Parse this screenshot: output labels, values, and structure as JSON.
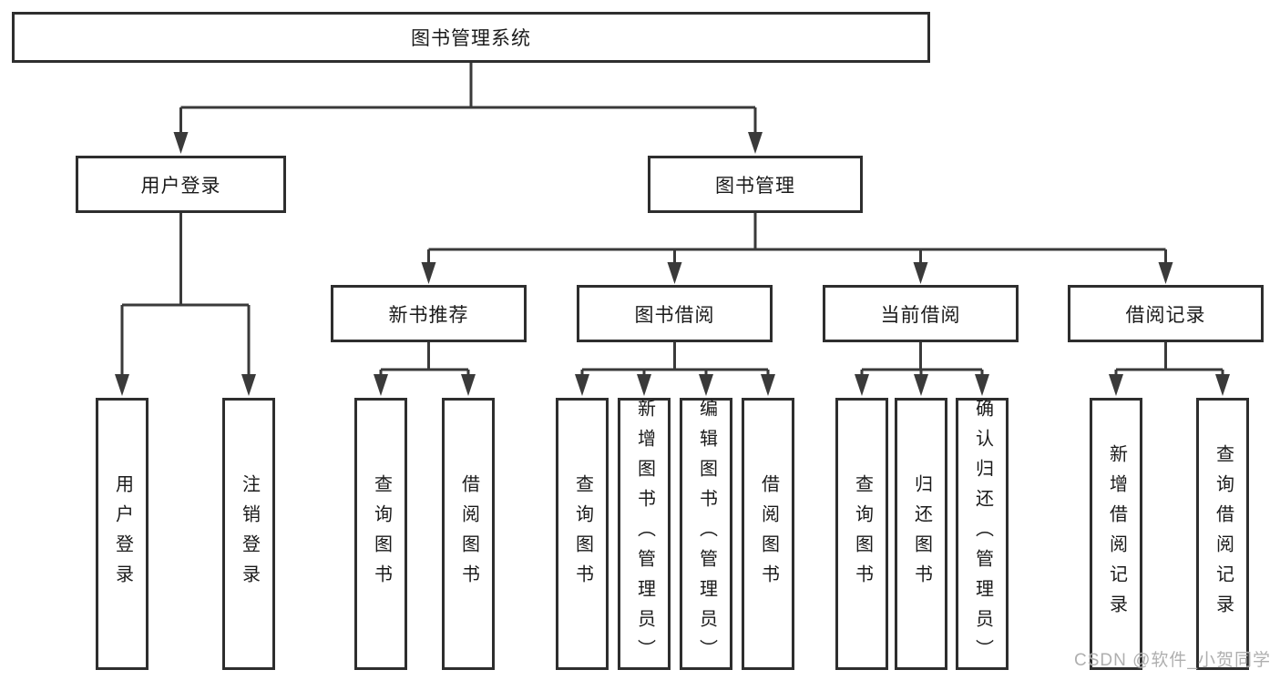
{
  "diagram": {
    "root": {
      "label": "图书管理系统"
    },
    "branches": [
      {
        "label": "用户登录",
        "children": [
          {
            "label": "用户登录"
          },
          {
            "label": "注销登录"
          }
        ]
      },
      {
        "label": "图书管理",
        "children": [
          {
            "label": "新书推荐",
            "children": [
              {
                "label": "查询图书"
              },
              {
                "label": "借阅图书"
              }
            ]
          },
          {
            "label": "图书借阅",
            "children": [
              {
                "label": "查询图书"
              },
              {
                "label": "新增图书（管理员）"
              },
              {
                "label": "编辑图书（管理员）"
              },
              {
                "label": "借阅图书"
              }
            ]
          },
          {
            "label": "当前借阅",
            "children": [
              {
                "label": "查询图书"
              },
              {
                "label": "归还图书"
              },
              {
                "label": "确认归还（管理员）"
              }
            ]
          },
          {
            "label": "借阅记录",
            "children": [
              {
                "label": "新增借阅记录"
              },
              {
                "label": "查询借阅记录"
              }
            ]
          }
        ]
      }
    ],
    "watermark": "CSDN @软件_小贺同学",
    "colors": {
      "line": "#3a3a3a",
      "box_border": "#2e2e2e",
      "box_fill": "#ffffff",
      "text": "#1a1a1a",
      "watermark": "#a8a8a8",
      "background": "#ffffff"
    }
  }
}
